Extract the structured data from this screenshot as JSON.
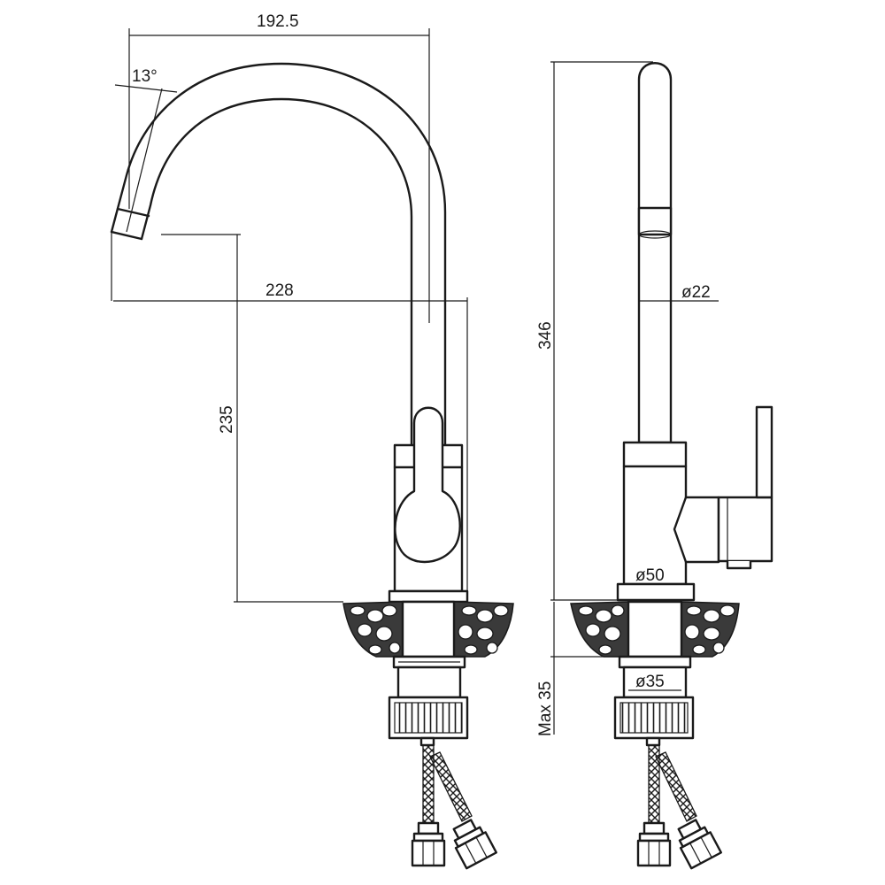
{
  "dimensions": {
    "spout_reach": "192.5",
    "spout_angle": "13°",
    "overall_width": "228",
    "spout_height": "235",
    "overall_height": "346",
    "spout_diameter": "ø22",
    "base_diameter": "ø50",
    "shank_diameter": "ø35",
    "max_counter_thickness": "Max 35"
  }
}
